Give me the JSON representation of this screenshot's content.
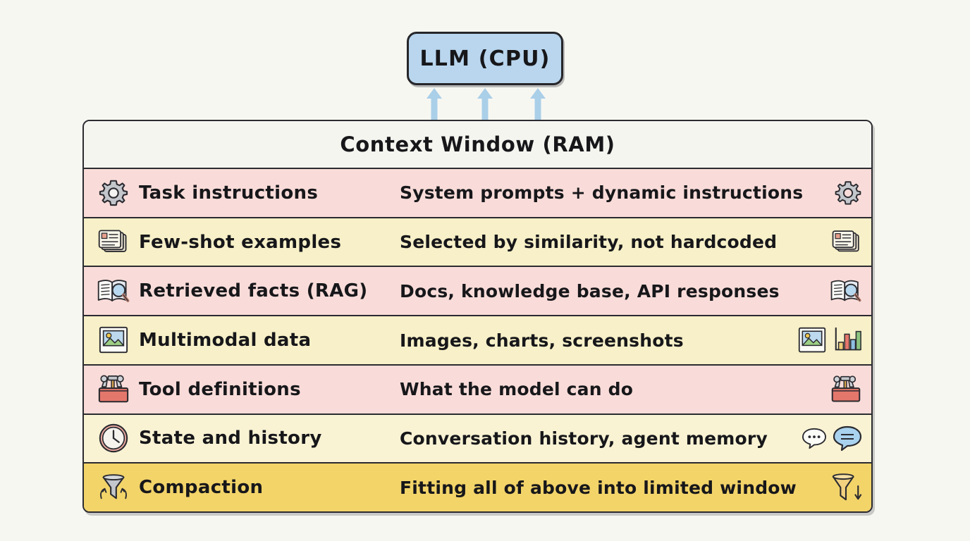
{
  "background_color": "#f7f7f2",
  "cpu": {
    "label": "LLM (CPU)",
    "fill": "#b9d6ee",
    "border": "#26262a",
    "icon": "cpu-box"
  },
  "arrows": {
    "name": "upward-arrow",
    "color": "#aacfe8",
    "count": 3
  },
  "panel": {
    "header": {
      "title": "Context Window (RAM)",
      "fill": "#f5f5f0"
    },
    "rows": [
      {
        "label": "Task instructions",
        "description": "System prompts + dynamic instructions",
        "fill": "#f9dcd9",
        "fill_class": "fill-pink",
        "icon_left": "gear-icon",
        "icons_right": [
          "gear-icon"
        ]
      },
      {
        "label": "Few-shot examples",
        "description": "Selected by similarity, not hardcoded",
        "fill": "#f7f0c8",
        "fill_class": "fill-cream",
        "icon_left": "stacked-cards-icon",
        "icons_right": [
          "stacked-cards-icon"
        ]
      },
      {
        "label": "Retrieved facts (RAG)",
        "description": "Docs, knowledge base, API responses",
        "fill": "#f9dcd9",
        "fill_class": "fill-pink",
        "icon_left": "book-search-icon",
        "icons_right": [
          "book-search-icon"
        ]
      },
      {
        "label": "Multimodal data",
        "description": "Images, charts, screenshots",
        "fill": "#f7f0c8",
        "fill_class": "fill-cream",
        "icon_left": "photo-icon",
        "icons_right": [
          "photo-icon",
          "bar-chart-icon"
        ]
      },
      {
        "label": "Tool definitions",
        "description": "What the model can do",
        "fill": "#f9dcd9",
        "fill_class": "fill-pink",
        "icon_left": "toolbox-icon",
        "icons_right": [
          "toolbox-icon"
        ]
      },
      {
        "label": "State and history",
        "description": "Conversation history, agent memory",
        "fill": "#f9f3d4",
        "fill_class": "fill-cream2",
        "icon_left": "clock-icon",
        "icons_right": [
          "speech-bubble-dots-icon",
          "speech-bubble-lines-icon"
        ]
      },
      {
        "label": "Compaction",
        "description": "Fitting all of above into limited window",
        "fill": "#f3d469",
        "fill_class": "fill-gold",
        "icon_left": "funnel-arrows-icon",
        "icons_right": [
          "funnel-down-arrow-icon"
        ]
      }
    ]
  }
}
